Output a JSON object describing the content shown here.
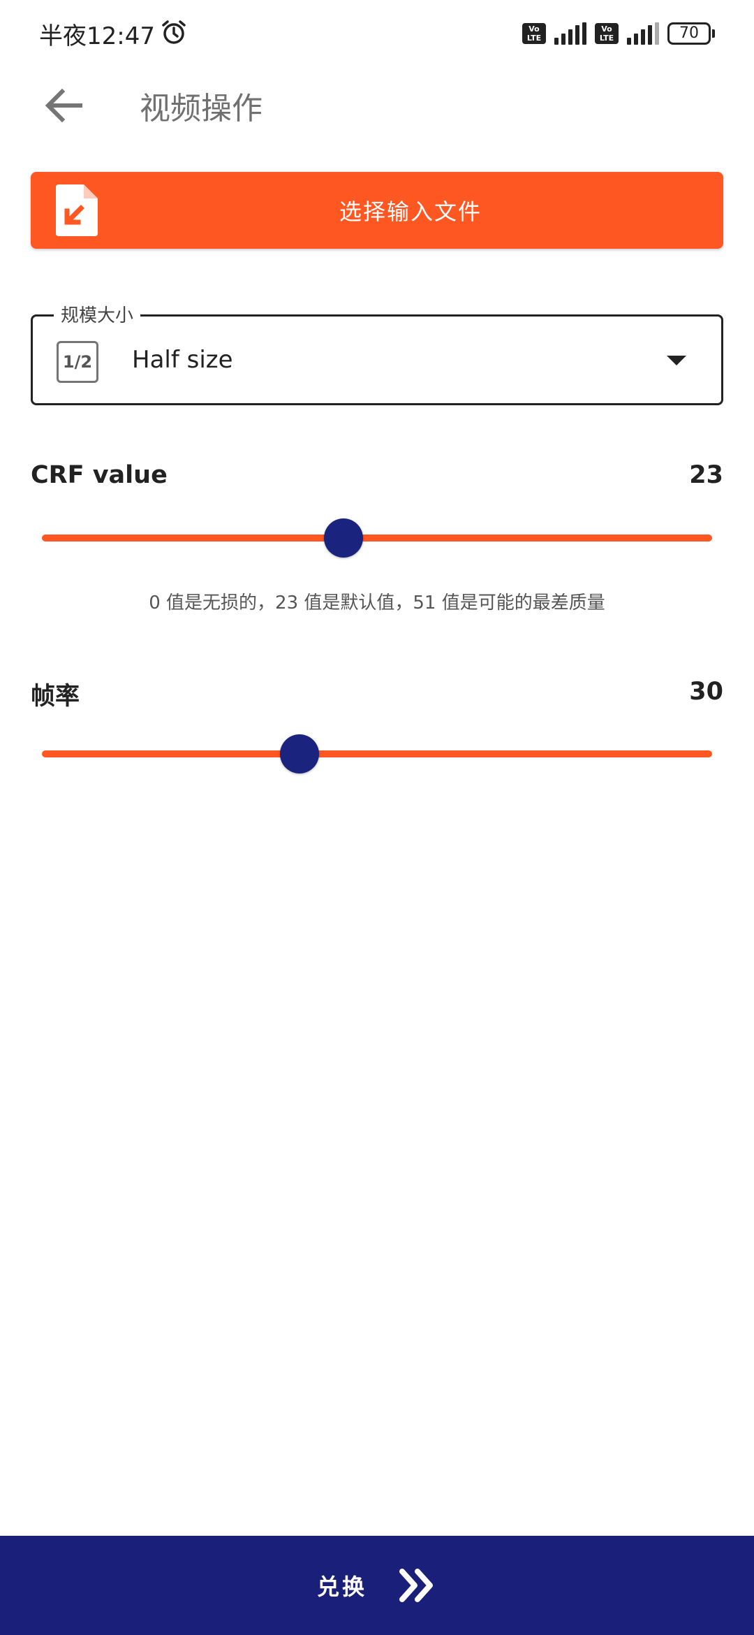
{
  "status_bar": {
    "time": "半夜12:47",
    "volte_label": "Vo LTE",
    "battery": "70"
  },
  "app_bar": {
    "title": "视频操作"
  },
  "select_file": {
    "label": "选择输入文件"
  },
  "scale": {
    "legend": "规模大小",
    "icon_text": "1/2",
    "value": "Half size"
  },
  "crf": {
    "label": "CRF value",
    "value": "23",
    "fraction": 0.45,
    "hint": "0 值是无损的，23 值是默认值，51 值是可能的最差质量"
  },
  "fps": {
    "label": "帧率",
    "value": "30",
    "fraction": 0.384
  },
  "convert": {
    "label": "兑换"
  },
  "colors": {
    "accent": "#ff5722",
    "primary": "#1a237e",
    "bottom_bar": "#1a1f7a"
  }
}
